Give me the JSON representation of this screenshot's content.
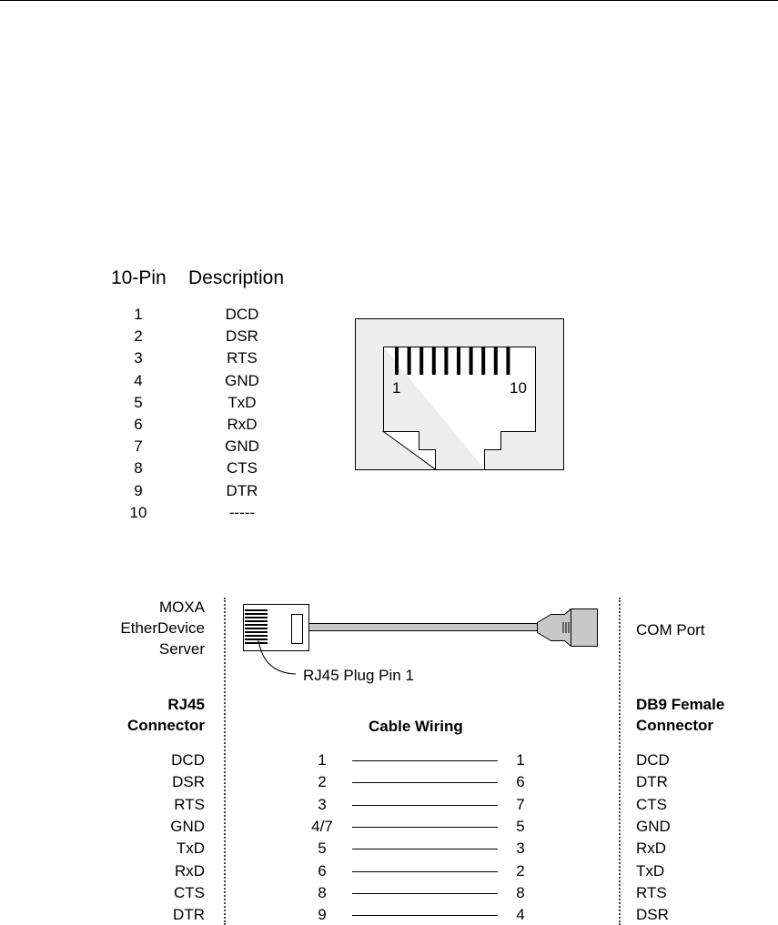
{
  "pin_table": {
    "header_pin": "10-Pin",
    "header_desc": "Description",
    "rows": [
      {
        "pin": "1",
        "desc": "DCD"
      },
      {
        "pin": "2",
        "desc": "DSR"
      },
      {
        "pin": "3",
        "desc": "RTS"
      },
      {
        "pin": "4",
        "desc": "GND"
      },
      {
        "pin": "5",
        "desc": "TxD"
      },
      {
        "pin": "6",
        "desc": "RxD"
      },
      {
        "pin": "7",
        "desc": "GND"
      },
      {
        "pin": "8",
        "desc": "CTS"
      },
      {
        "pin": "9",
        "desc": "DTR"
      },
      {
        "pin": "10",
        "desc": "-----"
      }
    ]
  },
  "jack": {
    "pin_first": "1",
    "pin_last": "10"
  },
  "cable": {
    "left_device": [
      "MOXA",
      "EtherDevice",
      "Server"
    ],
    "right_device": "COM Port",
    "plug_callout": "RJ45 Plug Pin 1",
    "left_header": [
      "RJ45",
      "Connector"
    ],
    "center_header": "Cable Wiring",
    "right_header": [
      "DB9 Female",
      "Connector"
    ],
    "rows": [
      {
        "left": "DCD",
        "from": "1",
        "to": "1",
        "right": "DCD"
      },
      {
        "left": "DSR",
        "from": "2",
        "to": "6",
        "right": "DTR"
      },
      {
        "left": "RTS",
        "from": "3",
        "to": "7",
        "right": "CTS"
      },
      {
        "left": "GND",
        "from": "4/7",
        "to": "5",
        "right": "GND"
      },
      {
        "left": "TxD",
        "from": "5",
        "to": "3",
        "right": "RxD"
      },
      {
        "left": "RxD",
        "from": "6",
        "to": "2",
        "right": "TxD"
      },
      {
        "left": "CTS",
        "from": "8",
        "to": "8",
        "right": "RTS"
      },
      {
        "left": "DTR",
        "from": "9",
        "to": "4",
        "right": "DSR"
      }
    ]
  },
  "colors": {
    "jack_fill": "#ededed",
    "cable_fill": "#c8c8c8",
    "line": "#000000"
  }
}
